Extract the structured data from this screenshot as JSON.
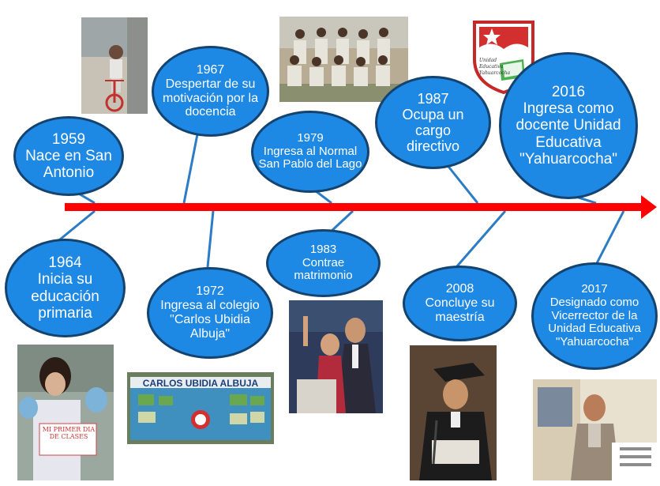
{
  "events": [
    {
      "id": "e1959",
      "year": "1959",
      "text": "Nace en San Antonio"
    },
    {
      "id": "e1964",
      "year": "1964",
      "text": "Inicia su educación primaria"
    },
    {
      "id": "e1967",
      "year": "1967",
      "text": "Despertar de su motivación por la docencia"
    },
    {
      "id": "e1972",
      "year": "1972",
      "text": "Ingresa al colegio \"Carlos Ubidia Albuja\""
    },
    {
      "id": "e1979",
      "year": "1979",
      "text": "Ingresa al Normal San Pablo del Lago"
    },
    {
      "id": "e1983",
      "year": "1983",
      "text": "Contrae matrimonio"
    },
    {
      "id": "e1987",
      "year": "1987",
      "text": "Ocupa un cargo directivo"
    },
    {
      "id": "e2008",
      "year": "2008",
      "text": "Concluye su maestría"
    },
    {
      "id": "e2016",
      "year": "2016",
      "text": "Ingresa como docente Unidad Educativa \"Yahuarcocha\""
    },
    {
      "id": "e2017",
      "year": "2017",
      "text": "Designado como Vicerrector de la Unidad Educativa \"Yahuarcocha\""
    }
  ],
  "images": {
    "banner_text": "CARLOS UBIDIA ALBUJA",
    "sign_text": "MI PRIMER DIA DE CLASES",
    "crest_text": "Unidad Educativa Yahuarcocha"
  },
  "colors": {
    "bubble_fill": "#1e88e5",
    "bubble_border": "#15436f",
    "timeline": "#ff0000",
    "connector": "#2b7cc4"
  }
}
